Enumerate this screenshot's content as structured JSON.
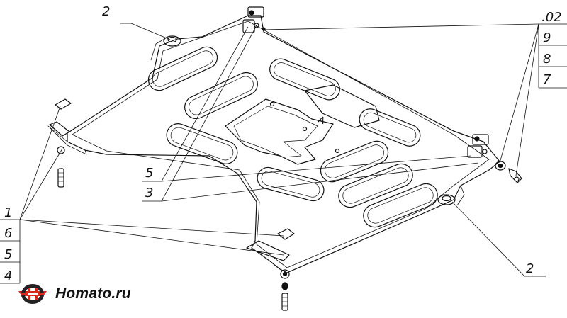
{
  "callouts": {
    "top_left_2": "2",
    "right_02": ".02",
    "right_9": "9",
    "right_8": "8",
    "right_7": "7",
    "mid_5": "5",
    "mid_3": "3",
    "left_1": "1",
    "left_6": "6",
    "left_5": "5",
    "left_4": "4",
    "bottom_right_2": "2"
  },
  "logo": {
    "text": "Homato.ru",
    "color_red": "#d72a1e",
    "color_dark": "#222222"
  }
}
